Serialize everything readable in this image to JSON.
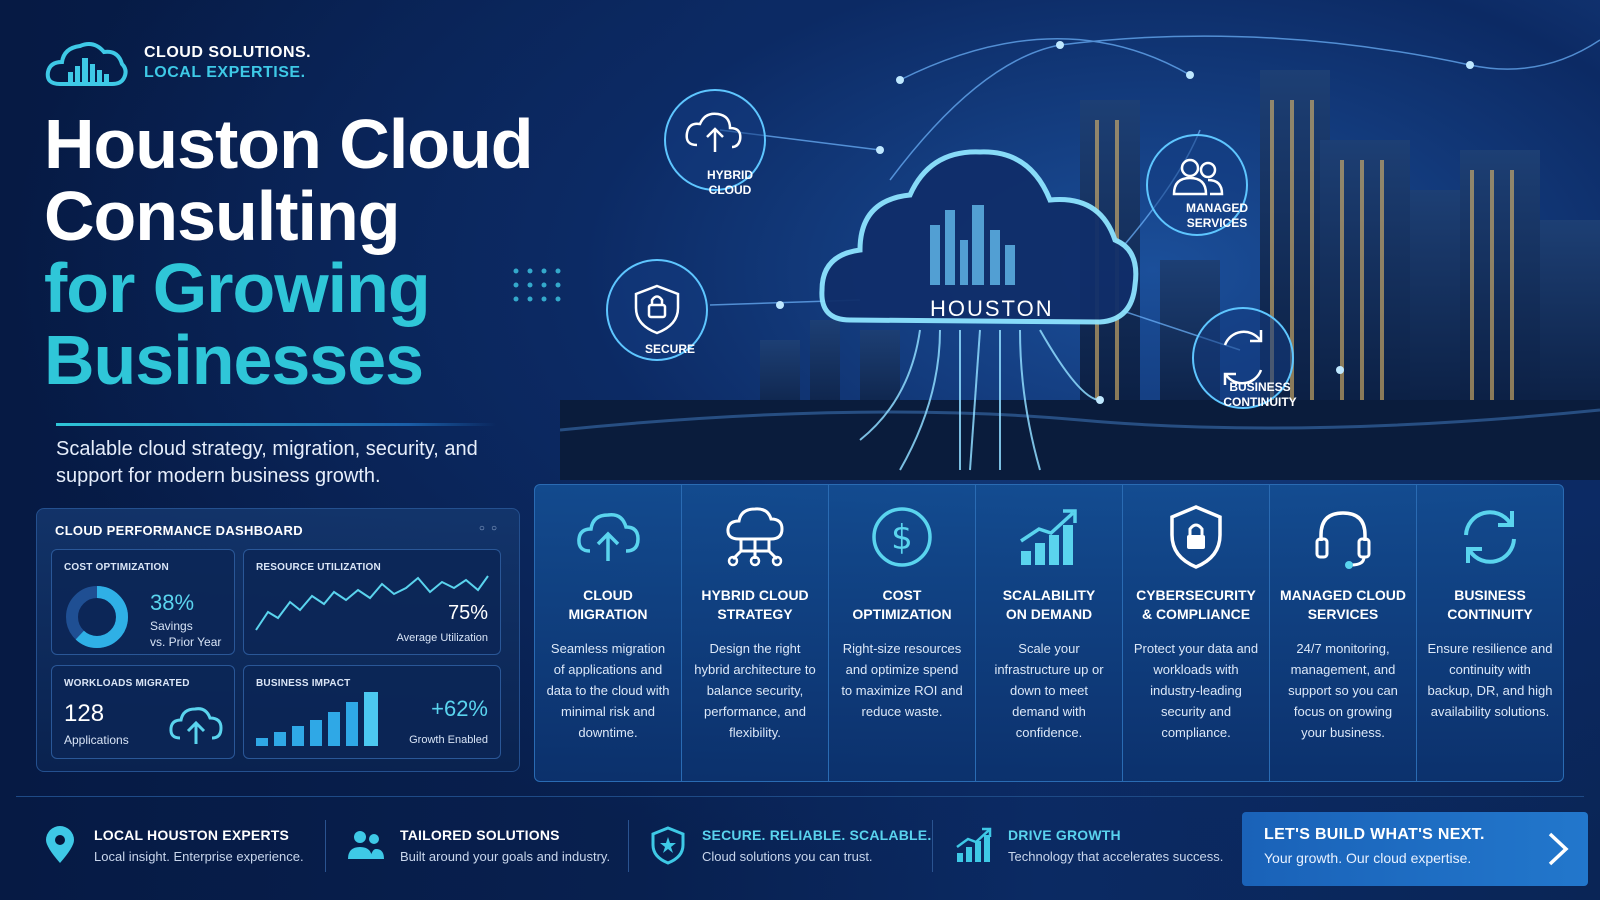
{
  "brand": {
    "line1": "CLOUD SOLUTIONS.",
    "line2": "LOCAL EXPERTISE."
  },
  "headline": {
    "line1": "Houston Cloud",
    "line2": "Consulting",
    "line3": "for Growing",
    "line4": "Businesses"
  },
  "subheadline": "Scalable cloud strategy, migration, security, and support for modern business growth.",
  "hero": {
    "cloud_label": "HOUSTON",
    "nodes": [
      {
        "label_l1": "HYBRID",
        "label_l2": "CLOUD",
        "icon": "cloud-upload-icon"
      },
      {
        "label_l1": "SECURE",
        "label_l2": "",
        "icon": "shield-lock-icon"
      },
      {
        "label_l1": "MANAGED",
        "label_l2": "SERVICES",
        "icon": "users-icon"
      },
      {
        "label_l1": "BUSINESS",
        "label_l2": "CONTINUITY",
        "icon": "refresh-icon"
      }
    ]
  },
  "dashboard": {
    "title": "CLOUD PERFORMANCE DASHBOARD",
    "cost": {
      "label": "COST OPTIMIZATION",
      "value": "38%",
      "caption_l1": "Savings",
      "caption_l2": "vs. Prior Year",
      "ring_fraction": 0.62
    },
    "resource": {
      "label": "RESOURCE UTILIZATION",
      "value": "75%",
      "caption": "Average Utilization"
    },
    "workloads": {
      "label": "WORKLOADS MIGRATED",
      "value": "128",
      "caption": "Applications"
    },
    "impact": {
      "label": "BUSINESS IMPACT",
      "value": "+62%",
      "caption": "Growth Enabled"
    }
  },
  "services": [
    {
      "title_l1": "CLOUD",
      "title_l2": "MIGRATION",
      "icon": "cloud-upload-icon",
      "desc": "Seamless migration of applications and data to the cloud with minimal risk and downtime."
    },
    {
      "title_l1": "HYBRID CLOUD",
      "title_l2": "STRATEGY",
      "icon": "cloud-network-icon",
      "desc": "Design the right hybrid architecture to balance security, performance, and flexibility."
    },
    {
      "title_l1": "COST",
      "title_l2": "OPTIMIZATION",
      "icon": "dollar-icon",
      "desc": "Right-size resources and optimize spend to maximize ROI and reduce waste."
    },
    {
      "title_l1": "SCALABILITY",
      "title_l2": "ON DEMAND",
      "icon": "growth-chart-icon",
      "desc": "Scale your infrastructure up or down to meet demand with confidence."
    },
    {
      "title_l1": "CYBERSECURITY",
      "title_l2": "& COMPLIANCE",
      "icon": "shield-lock-icon",
      "desc": "Protect your data and workloads with industry-leading security and compliance."
    },
    {
      "title_l1": "MANAGED CLOUD",
      "title_l2": "SERVICES",
      "icon": "headset-icon",
      "desc": "24/7 monitoring, management, and support so you can focus on growing your business."
    },
    {
      "title_l1": "BUSINESS",
      "title_l2": "CONTINUITY",
      "icon": "refresh-icon",
      "desc": "Ensure resilience and continuity with backup, DR, and high availability solutions."
    }
  ],
  "features": [
    {
      "title": "LOCAL HOUSTON EXPERTS",
      "desc": "Local insight. Enterprise experience.",
      "icon": "location-pin-icon"
    },
    {
      "title": "TAILORED SOLUTIONS",
      "desc": "Built around your goals and industry.",
      "icon": "users-icon"
    },
    {
      "title": "SECURE. RELIABLE. SCALABLE.",
      "desc": "Cloud solutions you can trust.",
      "icon": "shield-check-icon"
    },
    {
      "title": "DRIVE GROWTH",
      "desc": "Technology that accelerates success.",
      "icon": "growth-chart-icon"
    }
  ],
  "cta": {
    "title": "LET'S BUILD WHAT'S NEXT.",
    "desc": "Your growth. Our cloud expertise."
  },
  "colors": {
    "accent": "#2fc6d8",
    "background": "#06163a",
    "panel": "#12407e",
    "cta": "#1f6fc4"
  }
}
